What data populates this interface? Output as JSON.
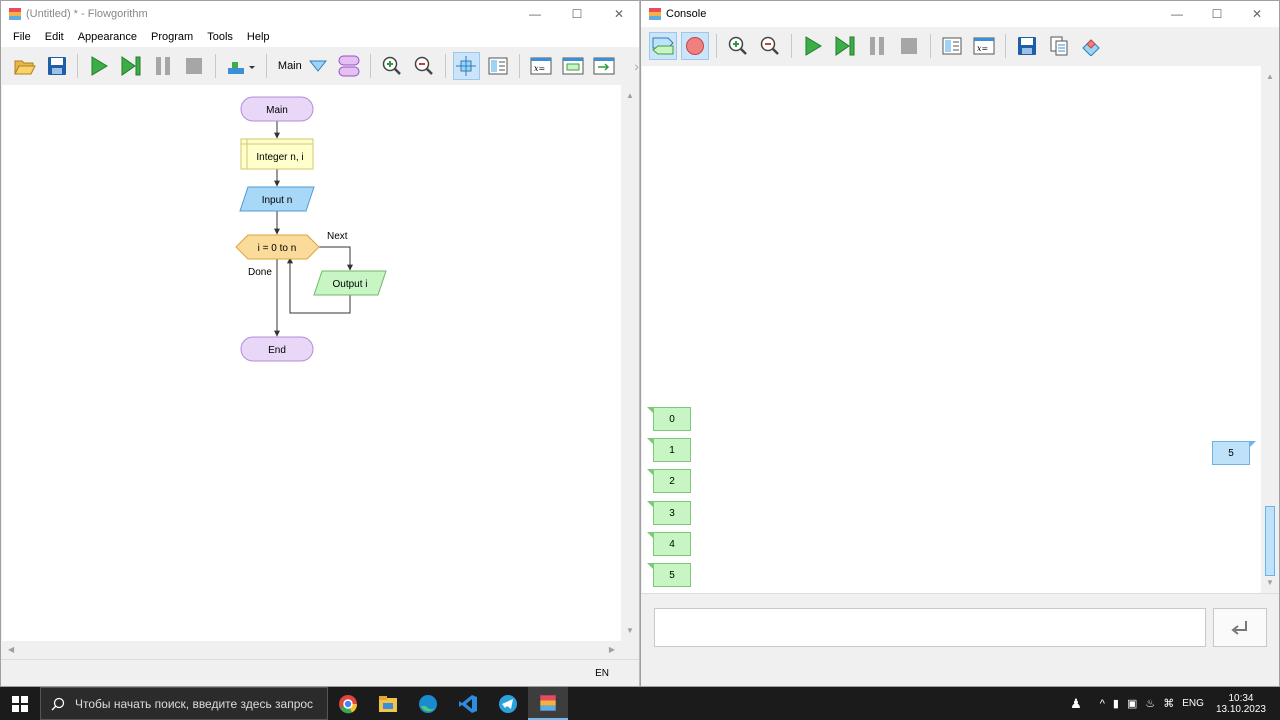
{
  "flowgorithm": {
    "title": "(Untitled) * - Flowgorithm",
    "menu": [
      "File",
      "Edit",
      "Appearance",
      "Program",
      "Tools",
      "Help"
    ],
    "function_selector": "Main",
    "flow": {
      "start": "Main",
      "declare": "Integer n, i",
      "input": "Input n",
      "loop": "i = 0 to n",
      "loop_next": "Next",
      "loop_done": "Done",
      "output": "Output i",
      "end": "End"
    },
    "status_lang": "EN"
  },
  "console": {
    "title": "Console",
    "input_value": "5",
    "outputs": [
      "0",
      "1",
      "2",
      "3",
      "4",
      "5"
    ],
    "text_field_value": ""
  },
  "taskbar": {
    "search_placeholder": "Чтобы начать поиск, введите здесь запрос",
    "lang": "ENG",
    "time": "10:34",
    "date": "13.10.2023"
  },
  "colors": {
    "start_end": "#e8d7f7",
    "declare": "#ffffcc",
    "input": "#a7d8f8",
    "loop": "#fbdb9a",
    "output": "#c7f5c4",
    "accent": "#cce4f7"
  }
}
